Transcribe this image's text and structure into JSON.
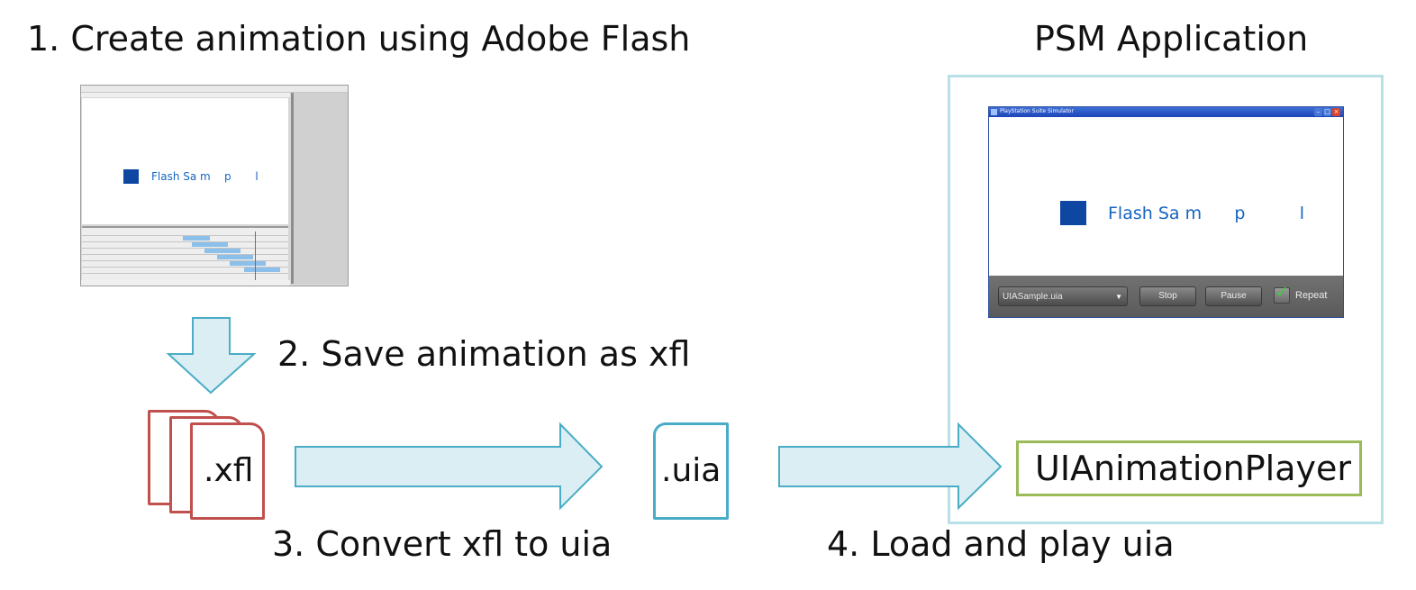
{
  "steps": {
    "step1": "1. Create animation using Adobe Flash",
    "step2": "2. Save animation as xfl",
    "step3": "3. Convert xfl to uia",
    "step4": "4. Load and play uia"
  },
  "psm": {
    "title": "PSM Application",
    "player_label": "UIAnimationPlayer"
  },
  "files": {
    "xfl": ".xfl",
    "uia": ".uia"
  },
  "flash_ide": {
    "stage_text": "Flash Sa m    p       l"
  },
  "simulator": {
    "title": "PlayStation Suite Simulator",
    "canvas_text": "Flash Sa m      p          l",
    "file_select": "UIASample.uia",
    "stop_label": "Stop",
    "pause_label": "Pause",
    "repeat_label": "Repeat",
    "repeat_checked": true
  },
  "colors": {
    "arrow_fill": "#dbeef4",
    "arrow_stroke": "#4aacc6",
    "xfl_stroke": "#c0504d",
    "uia_stroke": "#4aacc6",
    "player_border": "#9bbb59",
    "psm_frame": "#b7e1e6",
    "flash_blue": "#0d47a1"
  }
}
